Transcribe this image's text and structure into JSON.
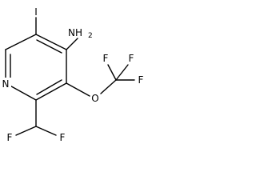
{
  "molecule": {
    "atoms": {
      "nitrogen": "N",
      "amine": "NH",
      "amine_h_count": "2",
      "iodine": "I",
      "oxygen": "O",
      "f_cf3_top_left": "F",
      "f_cf3_top_right": "F",
      "f_cf3_right": "F",
      "f_chf2_left": "F",
      "f_chf2_right": "F"
    }
  },
  "colors": {
    "bond": "#000000",
    "label": "#000000",
    "background": "#ffffff"
  }
}
